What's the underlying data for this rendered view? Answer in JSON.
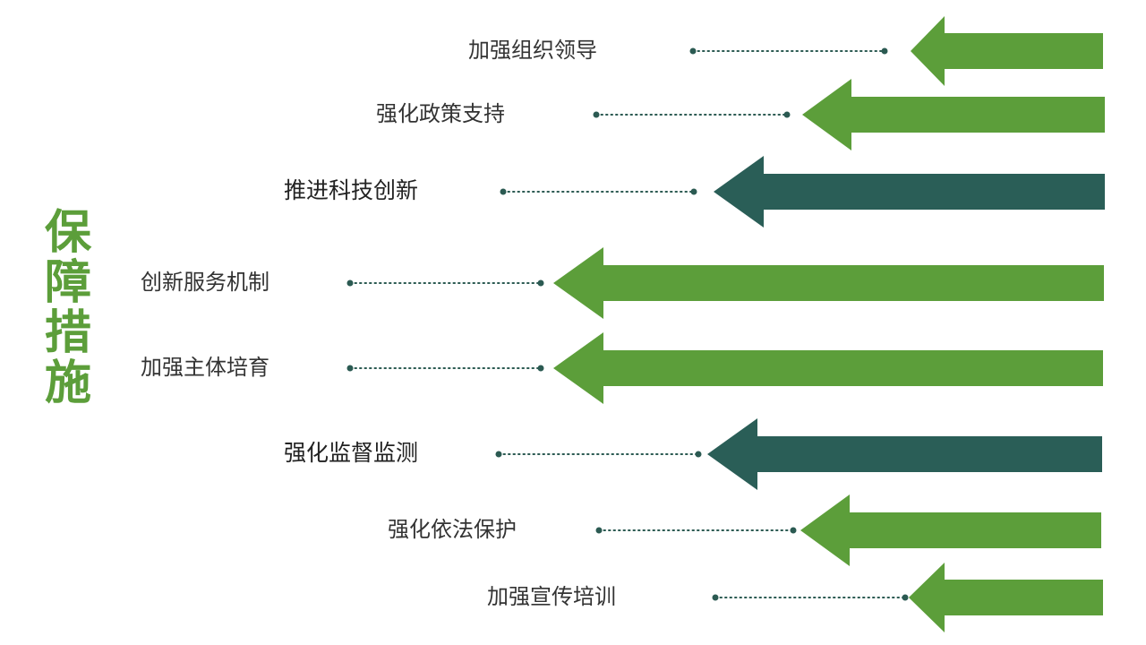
{
  "title": "保障措施",
  "colors": {
    "green": "#5c9e3a",
    "dark": "#2a5e57",
    "connector": "#2b5a52",
    "title": "#5c9e3a",
    "text": "#333333"
  },
  "measures": [
    {
      "label": "加强组织领导",
      "style": "green"
    },
    {
      "label": "强化政策支持",
      "style": "green"
    },
    {
      "label": "推进科技创新",
      "style": "dark"
    },
    {
      "label": "创新服务机制",
      "style": "green"
    },
    {
      "label": "加强主体培育",
      "style": "green"
    },
    {
      "label": "强化监督监测",
      "style": "dark"
    },
    {
      "label": "强化依法保护",
      "style": "green"
    },
    {
      "label": "加强宣传培训",
      "style": "green"
    }
  ]
}
